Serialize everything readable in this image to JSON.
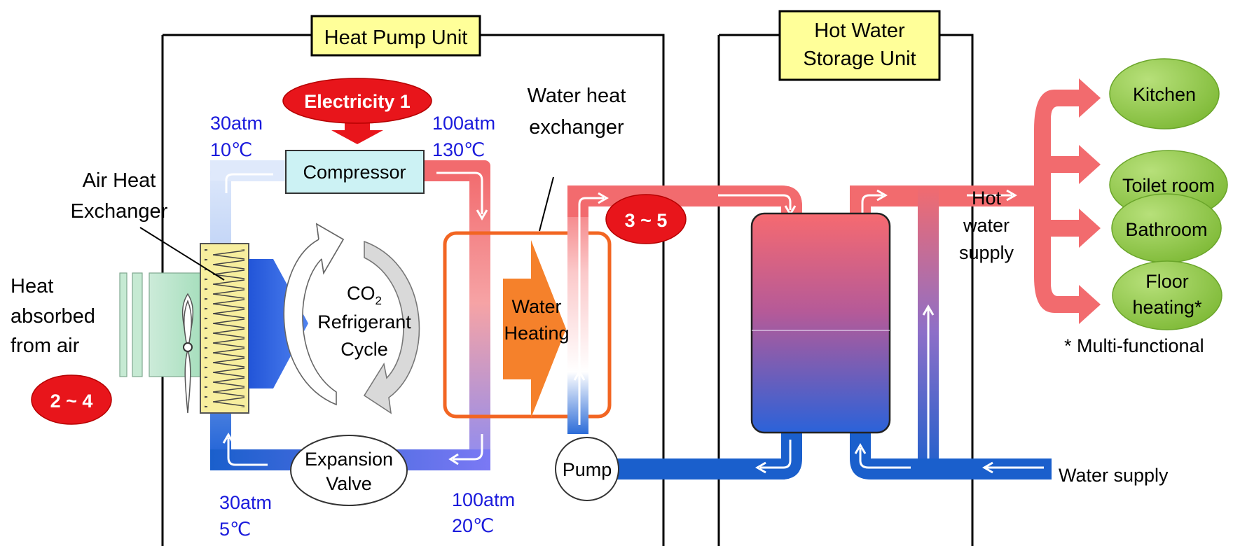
{
  "units": {
    "heat_pump": "Heat Pump Unit",
    "storage": [
      "Hot Water",
      "Storage Unit"
    ]
  },
  "badges": {
    "electricity": "Electricity 1",
    "air": "2 ~ 4",
    "water": "3 ~ 5"
  },
  "components": {
    "compressor": "Compressor",
    "expansion_valve": [
      "Expansion",
      "Valve"
    ],
    "pump": "Pump",
    "air_heat_exchanger": [
      "Air Heat",
      "Exchanger"
    ],
    "water_heat_exchanger": [
      "Water heat",
      "exchanger"
    ],
    "water_heating": [
      "Water",
      "Heating"
    ],
    "refrigerant_cycle": {
      "co2_main": "CO",
      "co2_sub": "2",
      "line2": "Refrigerant",
      "line3": "Cycle"
    }
  },
  "conditions": {
    "compressor_in": {
      "pressure": "30atm",
      "temp": "10℃"
    },
    "compressor_out": {
      "pressure": "100atm",
      "temp": "130℃"
    },
    "valve_in": {
      "pressure": "100atm",
      "temp": "20℃"
    },
    "valve_out": {
      "pressure": "30atm",
      "temp": "5℃"
    }
  },
  "labels": {
    "heat_absorbed": [
      "Heat",
      "absorbed",
      "from air"
    ],
    "hot_water_supply": [
      "Hot",
      "water",
      "supply"
    ],
    "water_supply": "Water supply",
    "footnote": "* Multi-functional"
  },
  "outlets": [
    {
      "lines": [
        "Kitchen"
      ]
    },
    {
      "lines": [
        "Toilet room"
      ]
    },
    {
      "lines": [
        "Bathroom"
      ]
    },
    {
      "lines": [
        "Floor",
        "heating*"
      ]
    }
  ],
  "colors": {
    "label_box": "#ffff99",
    "hot_pipe": "#f26b6e",
    "cold_pipe": "#1a5fcc",
    "badge": "#e8151b",
    "outlet": "#88c540",
    "exchanger_frame": "#f26522",
    "state_text": "#1a1adc"
  }
}
